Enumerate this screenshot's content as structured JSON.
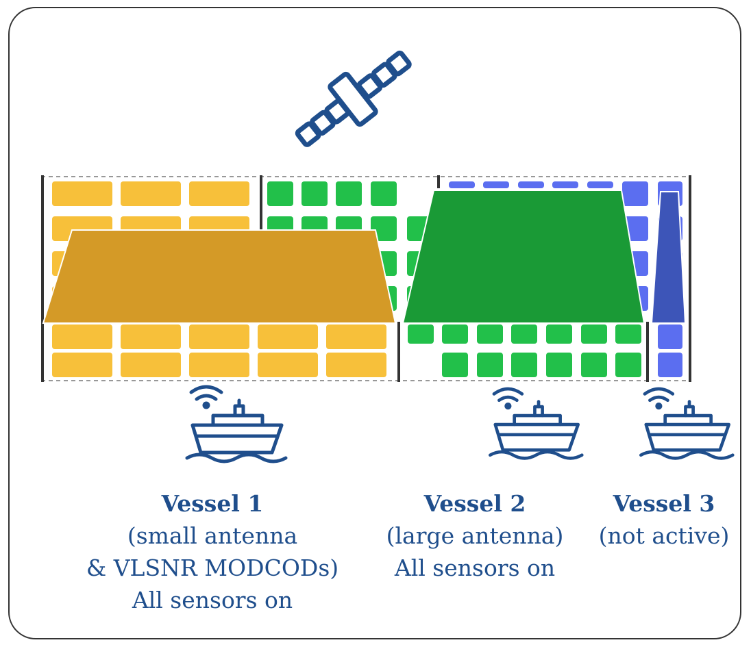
{
  "colors": {
    "text": "#1f4e8c",
    "icon": "#1f4e8c",
    "yellow_tile": "#f7c03a",
    "yellow_beam": "#d49a27",
    "green_tile": "#22c04a",
    "green_beam": "#1a9a36",
    "blue_tile": "#5b6ef0",
    "blue_beam": "#3d55b8"
  },
  "icons": {
    "satellite": "satellite-icon",
    "vessel": "ship-icon",
    "signal": "wifi-signal-icon"
  },
  "vessels": [
    {
      "title": "Vessel 1",
      "lines": [
        "(small antenna",
        "& VLSNR MODCODs)",
        "All sensors on"
      ]
    },
    {
      "title": "Vessel 2",
      "lines": [
        "(large antenna)",
        "All sensors on"
      ]
    },
    {
      "title": "Vessel 3",
      "lines": [
        "(not active)"
      ]
    }
  ]
}
